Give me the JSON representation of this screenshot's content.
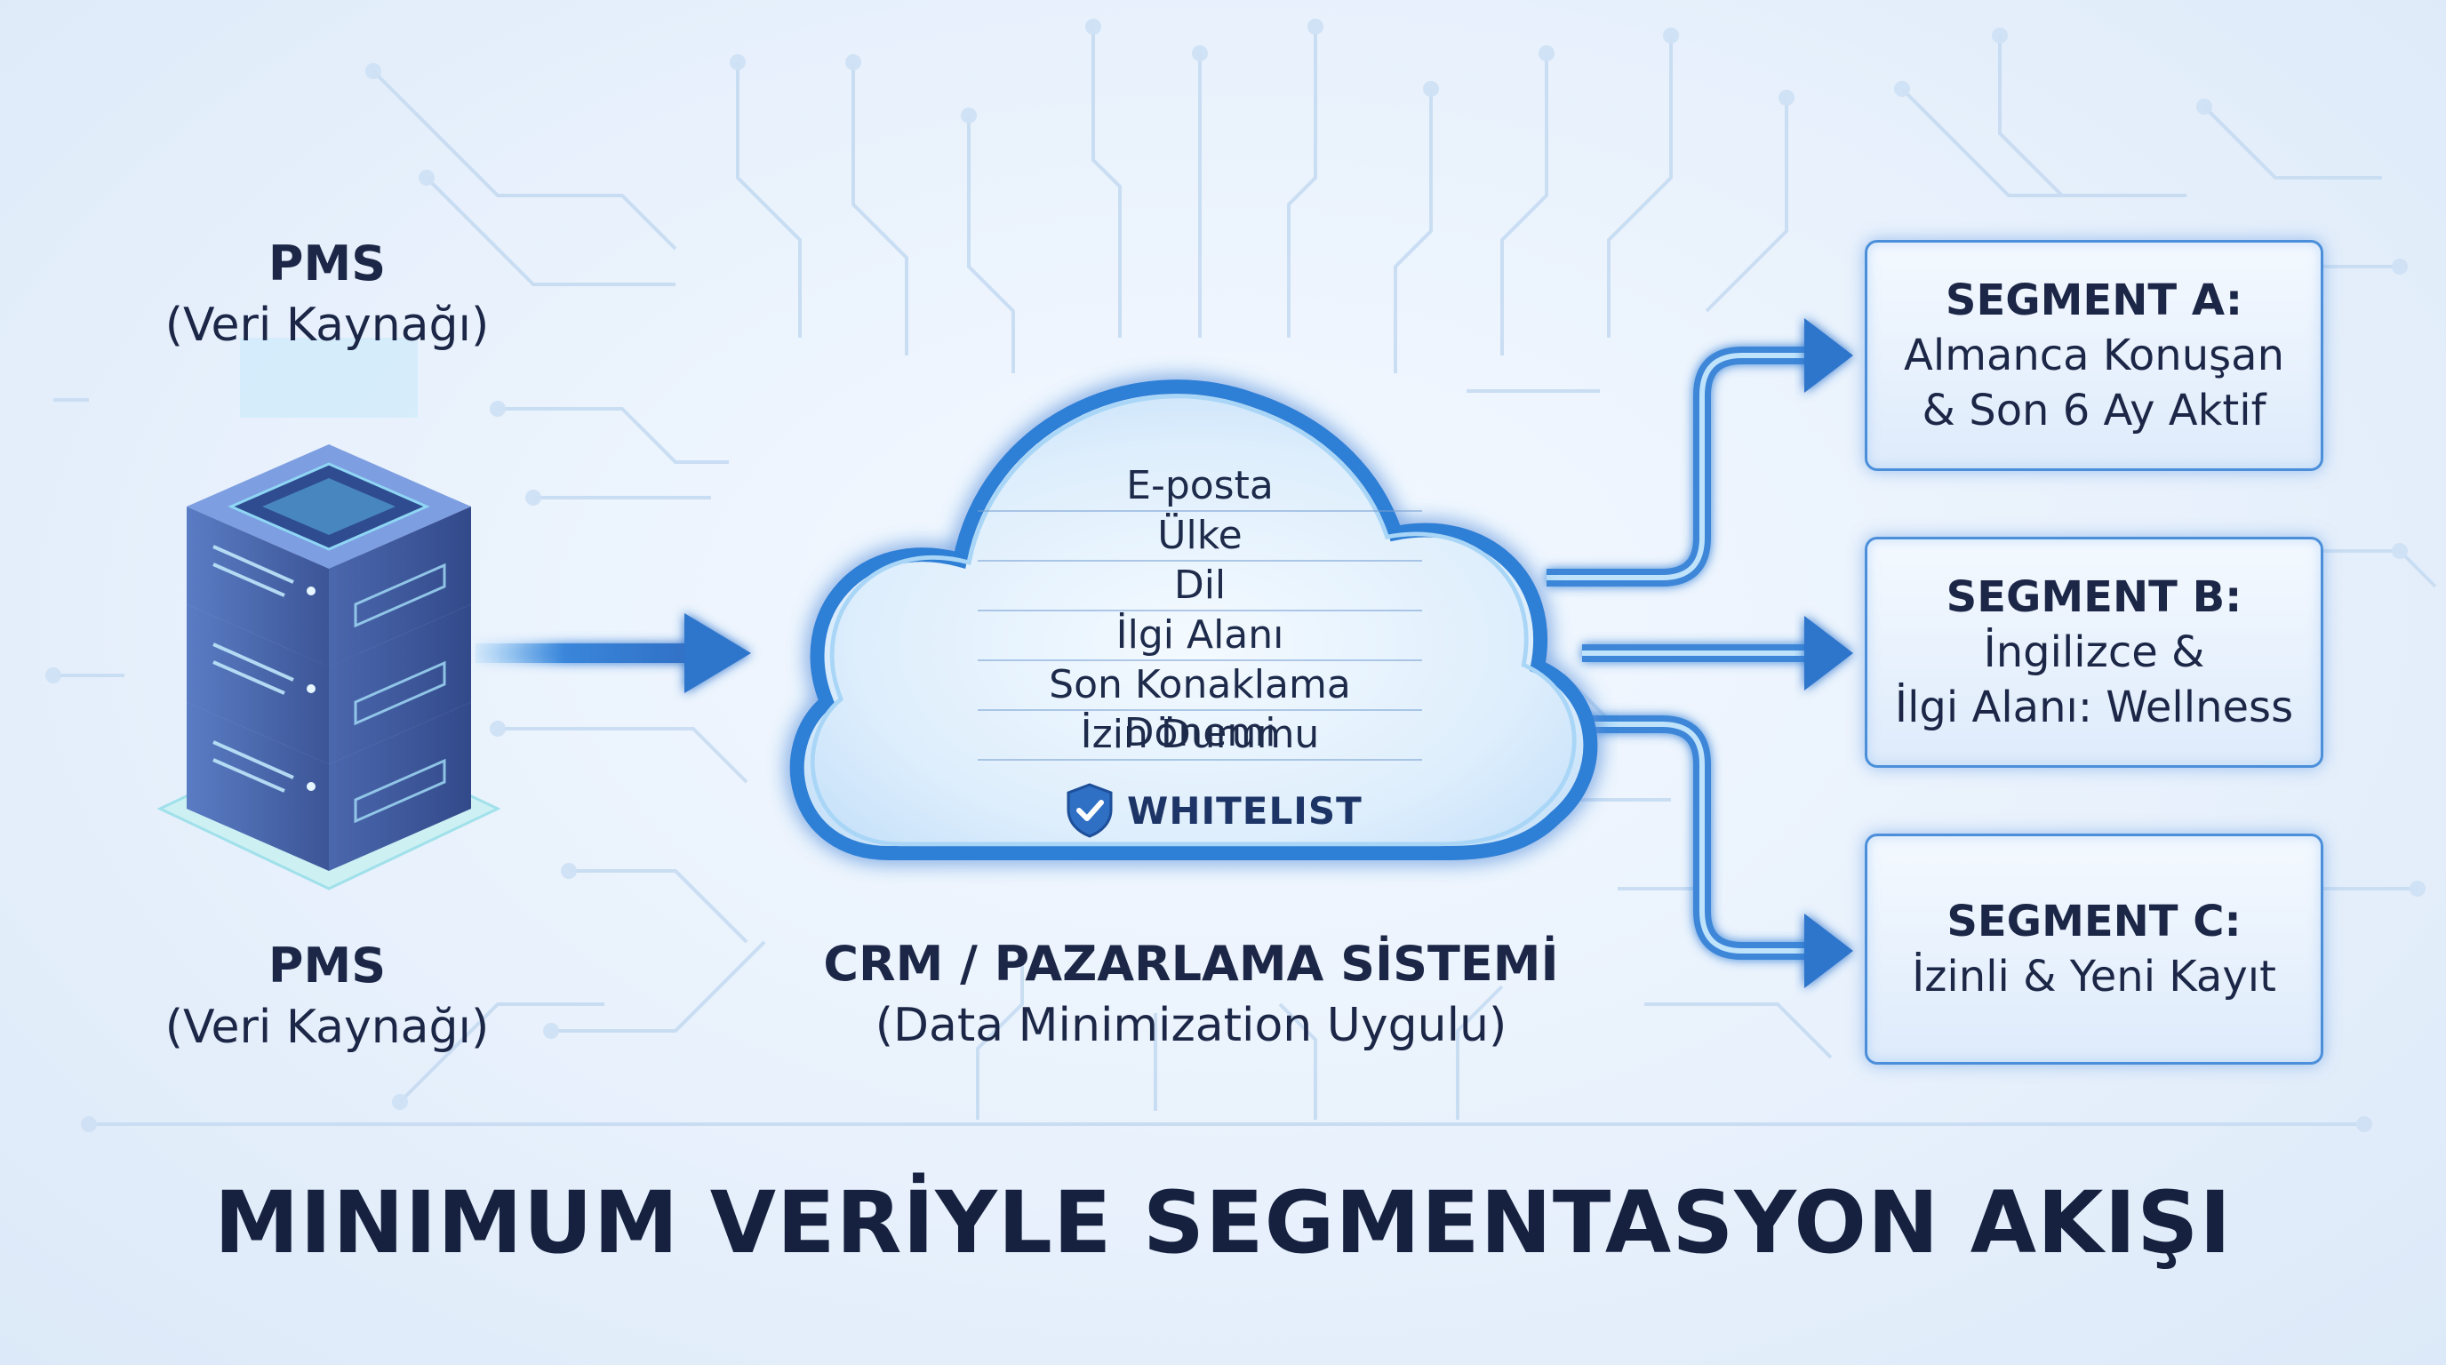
{
  "source_top": {
    "title": "PMS",
    "subtitle": "(Veri Kaynağı)"
  },
  "source_bottom": {
    "title": "PMS",
    "subtitle": "(Veri Kaynağı)"
  },
  "cloud": {
    "fields": [
      "E-posta",
      "Ülke",
      "Dil",
      "İlgi Alanı",
      "Son Konaklama Dönemi",
      "İzin Durumu"
    ],
    "badge": "WHITELIST"
  },
  "crm": {
    "title": "CRM / PAZARLAMA SİSTEMİ",
    "subtitle": "(Data Minimization Uygulu)"
  },
  "segments": [
    {
      "title": "SEGMENT A:",
      "lines": [
        "Almanca Konuşan",
        "& Son 6 Ay Aktif"
      ]
    },
    {
      "title": "SEGMENT B:",
      "lines": [
        "İngilizce &",
        "İlgi Alanı: Wellness"
      ]
    },
    {
      "title": "SEGMENT C:",
      "lines": [
        "İzinli & Yeni Kayıt"
      ]
    }
  ],
  "title": "MINIMUM VERİYLE SEGMENTASYON AKIŞI",
  "colors": {
    "accent": "#2f7fd6",
    "arrow": "#3a86db",
    "text": "#1c2747",
    "server": "#3f5fa5",
    "server_light": "#7fc6f0"
  },
  "icons": {
    "server": "server-rack-icon",
    "badge": "shield-check-icon"
  }
}
